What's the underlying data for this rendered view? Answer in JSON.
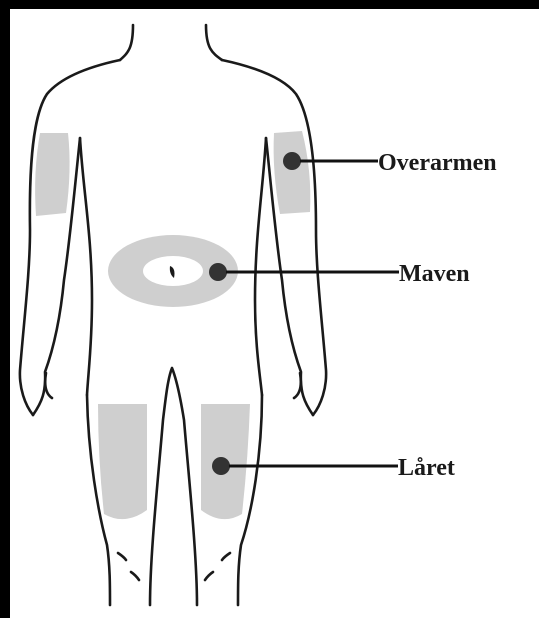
{
  "labels": {
    "upper_arm": "Overarmen",
    "abdomen": "Maven",
    "thigh": "Låret"
  },
  "colors": {
    "frame": "#000000",
    "outline": "#1a1a1a",
    "injection_zone": "#cfcfcf",
    "background": "#ffffff"
  }
}
